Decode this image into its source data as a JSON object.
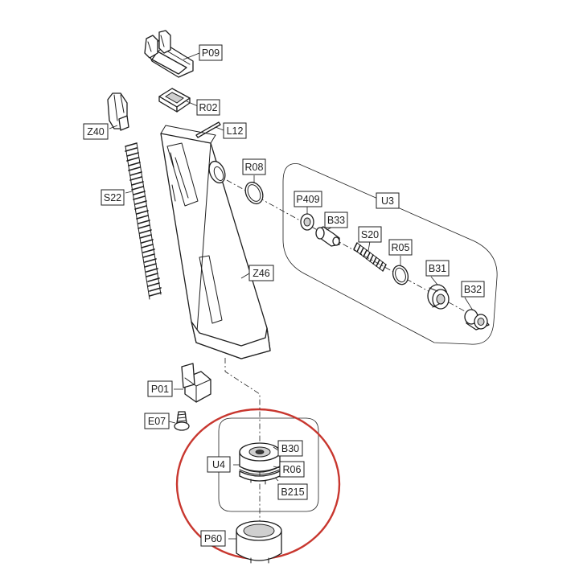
{
  "diagram": {
    "labels": {
      "P09": "P09",
      "R02": "R02",
      "L12": "L12",
      "Z40": "Z40",
      "R08": "R08",
      "S22": "S22",
      "U3": "U3",
      "P409": "P409",
      "B33": "B33",
      "S20": "S20",
      "R05": "R05",
      "B31": "B31",
      "B32": "B32",
      "Z46": "Z46",
      "P01": "P01",
      "E07": "E07",
      "U4": "U4",
      "B30": "B30",
      "R06": "R06",
      "B215": "B215",
      "P60": "P60"
    },
    "highlight_color": "#c8372f",
    "line_color": "#1e1e1e"
  }
}
